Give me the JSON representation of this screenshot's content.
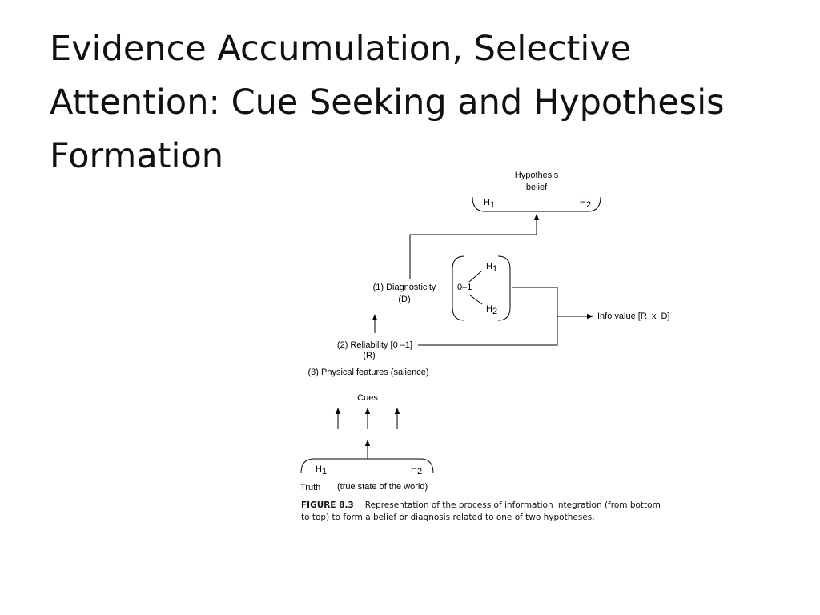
{
  "slide": {
    "title_lines": [
      "Evidence Accumulation, Selective",
      "Attention: Cue Seeking and Hypothesis",
      "Formation"
    ]
  },
  "diagram": {
    "hypothesis_belief": {
      "line1": "Hypothesis",
      "line2": "belief",
      "h1": "H",
      "h1_sub": "1",
      "h2": "H",
      "h2_sub": "2"
    },
    "diagnosticity": {
      "line1": "(1) Diagnosticity",
      "line2": "(D)"
    },
    "diagnosticity_bracket": {
      "range": "0–1",
      "h1": "H",
      "h1_sub": "1",
      "h2": "H",
      "h2_sub": "2"
    },
    "info_value": "Info value [R  x  D]",
    "reliability": {
      "line1": "(2) Reliability [0 –1]",
      "line2": "(R)"
    },
    "physical_features": "(3) Physical features (salience)",
    "cues": "Cues",
    "truth": {
      "h1": "H",
      "h1_sub": "1",
      "h2": "H",
      "h2_sub": "2",
      "label": "Truth",
      "description": "(true state of the world)"
    }
  },
  "caption": {
    "label": "FIGURE 8.3",
    "text": "Representation of the process of information integration (from bottom to top) to form a belief or diagnosis related to one of two hypotheses."
  }
}
